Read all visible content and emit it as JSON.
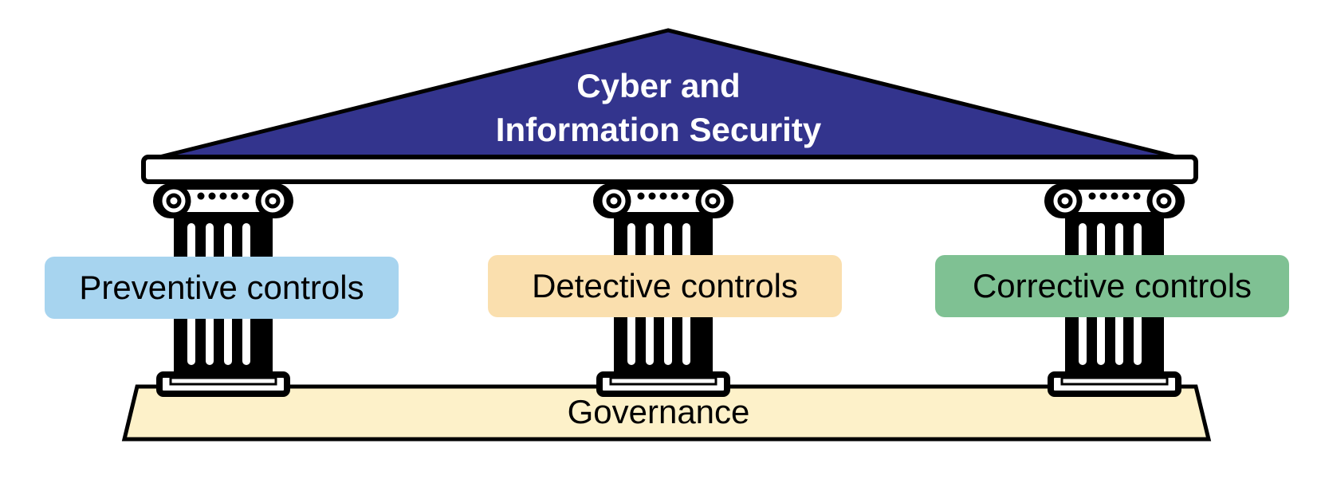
{
  "diagram": {
    "roof": {
      "line1": "Cyber and",
      "line2": "Information Security",
      "color": "#33348D"
    },
    "pillars": [
      {
        "label": "Preventive controls",
        "color": "#A7D4EF"
      },
      {
        "label": "Detective controls",
        "color": "#FADFAE"
      },
      {
        "label": "Corrective controls",
        "color": "#7FC193"
      }
    ],
    "foundation": {
      "label": "Governance",
      "color": "#FDF1C9"
    },
    "outline_color": "#000000"
  }
}
